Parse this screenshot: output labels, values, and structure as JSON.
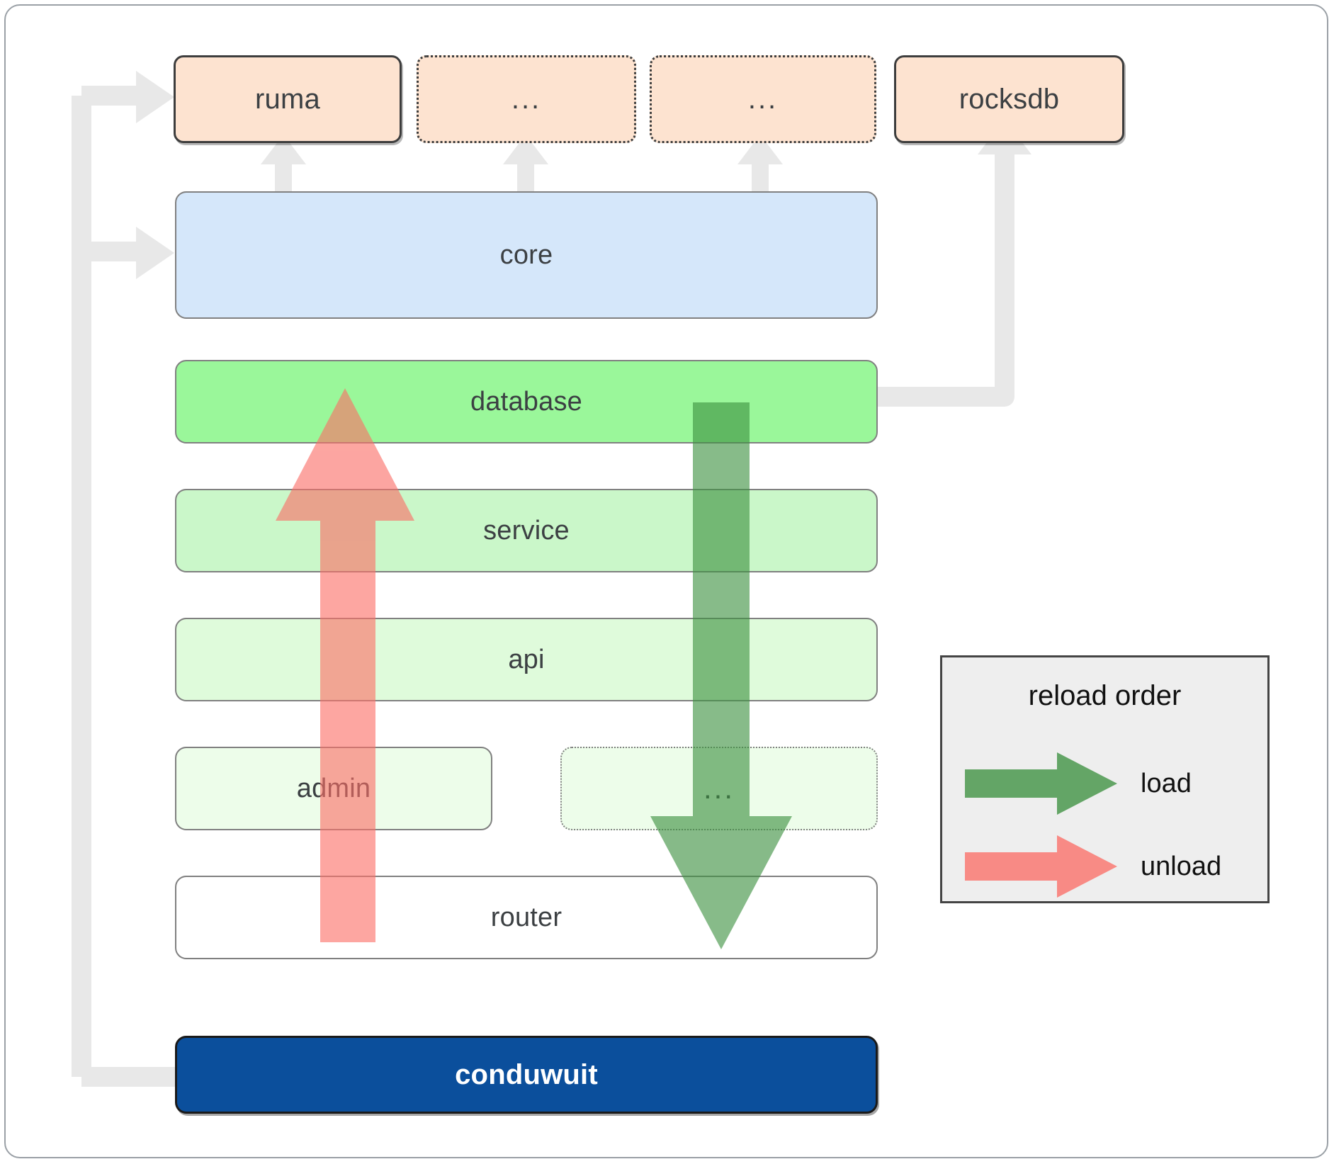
{
  "diagram": {
    "title": "conduwuit crate layer / reload order diagram",
    "dependencies": [
      {
        "id": "ruma",
        "label": "ruma",
        "style": "solid"
      },
      {
        "id": "dep2",
        "label": "...",
        "style": "dotted"
      },
      {
        "id": "dep3",
        "label": "...",
        "style": "dotted"
      },
      {
        "id": "rocksdb",
        "label": "rocksdb",
        "style": "solid"
      }
    ],
    "layers": [
      {
        "id": "core",
        "label": "core",
        "color": "#d5e7fa",
        "style": "solid"
      },
      {
        "id": "database",
        "label": "database",
        "color": "#9af79a",
        "style": "solid"
      },
      {
        "id": "service",
        "label": "service",
        "color": "#caf7c9",
        "style": "solid"
      },
      {
        "id": "api",
        "label": "api",
        "color": "#dffbdb",
        "style": "solid"
      },
      {
        "id": "admin",
        "label": "admin",
        "color": "#edfdea",
        "style": "solid"
      },
      {
        "id": "etc",
        "label": "...",
        "color": "#edfdea",
        "style": "dotted"
      },
      {
        "id": "router",
        "label": "router",
        "color": "#ffffff",
        "style": "solid"
      }
    ],
    "app": {
      "id": "conduwuit",
      "label": "conduwuit",
      "color": "#0b4f9c",
      "text_color": "#ffffff"
    },
    "legend": {
      "title": "reload order",
      "items": [
        {
          "id": "load",
          "label": "load",
          "color": "#5aae61",
          "direction": "down"
        },
        {
          "id": "unload",
          "label": "unload",
          "color": "#fb8a86",
          "direction": "up"
        }
      ]
    },
    "colors": {
      "dependency_fill": "#fde3d0",
      "connector": "#e8e8e8",
      "border": "#808080",
      "load_arrow": "#5aae61",
      "unload_arrow": "#fb8a86",
      "app_fill": "#0b4f9c"
    }
  }
}
